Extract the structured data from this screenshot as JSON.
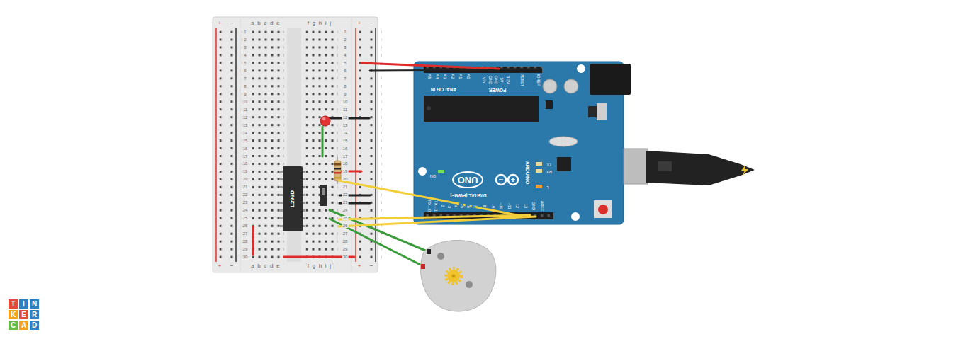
{
  "diagram": {
    "nodes": [
      {
        "text": [
          "+",
          "−",
          "a b c d e",
          "f g h i j",
          "+",
          "−",
          "1",
          "2",
          "3",
          "4",
          "5",
          "6",
          "7",
          "8",
          "9",
          "10",
          "11",
          "12",
          "13",
          "14",
          "15",
          "16",
          "17",
          "18",
          "19",
          "20",
          "21",
          "22",
          "23",
          "24",
          "25",
          "26",
          "27",
          "28",
          "29",
          "30",
          "1",
          "2",
          "3",
          "4",
          "5",
          "6",
          "7",
          "8",
          "9",
          "10",
          "11",
          "12",
          "13",
          "14",
          "15",
          "16",
          "17",
          "18",
          "19",
          "20",
          "21",
          "22",
          "23",
          "24",
          "25",
          "26",
          "27",
          "28",
          "29",
          "30",
          "+",
          "−",
          "a b c d e",
          "f g h i j",
          "+",
          "−"
        ]
      },
      {
        "text": [
          "L293D"
        ],
        "in": 0
      },
      {
        "text": [
          "A5",
          "A4",
          "A3",
          "A2",
          "A1",
          "A0",
          "ANALOG IN",
          "POWER",
          "Vin",
          "GND",
          "GND",
          "5V",
          "3.3V",
          "RESET",
          "IOREF",
          "ON",
          "UNO",
          "ARDUINO",
          "TX",
          "RX",
          "L",
          "DIGITAL (PWM~)",
          "RX←0",
          "TX→1",
          "2",
          "~3",
          "4",
          "~5",
          "~6",
          "7",
          "8",
          "~9",
          "~10",
          "~11",
          "12",
          "13",
          "GND",
          "AREF"
        ]
      }
    ],
    "edges": [
      {
        "from": 0,
        "to": 2,
        "arrow": "none"
      },
      {
        "from": 0,
        "to": 2,
        "arrow": "none"
      },
      {
        "from": 0,
        "to": 2,
        "arrow": "none"
      },
      {
        "from": 0,
        "to": 2,
        "arrow": "none"
      },
      {
        "from": 0,
        "to": 2,
        "arrow": "none"
      }
    ],
    "labels": [
      "T",
      "I",
      "N",
      "K",
      "E",
      "R",
      "C",
      "A",
      "D"
    ]
  }
}
